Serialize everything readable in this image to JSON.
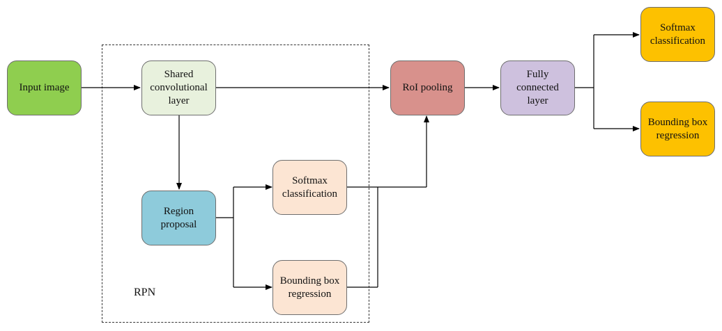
{
  "diagram": {
    "rpn_label": "RPN",
    "nodes": {
      "input_image": {
        "label": "Input image",
        "color": "#8fce4f"
      },
      "shared_conv": {
        "label": "Shared\nconvolutional\nlayer",
        "color": "#e8f1dd"
      },
      "region_proposal": {
        "label": "Region\nproposal",
        "color": "#8ecbdb"
      },
      "rpn_softmax": {
        "label": "Softmax\nclassification",
        "color": "#fce5d3"
      },
      "rpn_bbox": {
        "label": "Bounding box\nregression",
        "color": "#fce5d3"
      },
      "roi_pooling": {
        "label": "RoI pooling",
        "color": "#d8918c"
      },
      "fully_connected": {
        "label": "Fully\nconnected\nlayer",
        "color": "#cec1de"
      },
      "out_softmax": {
        "label": "Softmax\nclassification",
        "color": "#fdc100"
      },
      "out_bbox": {
        "label": "Bounding box\nregression",
        "color": "#fdc100"
      }
    }
  }
}
